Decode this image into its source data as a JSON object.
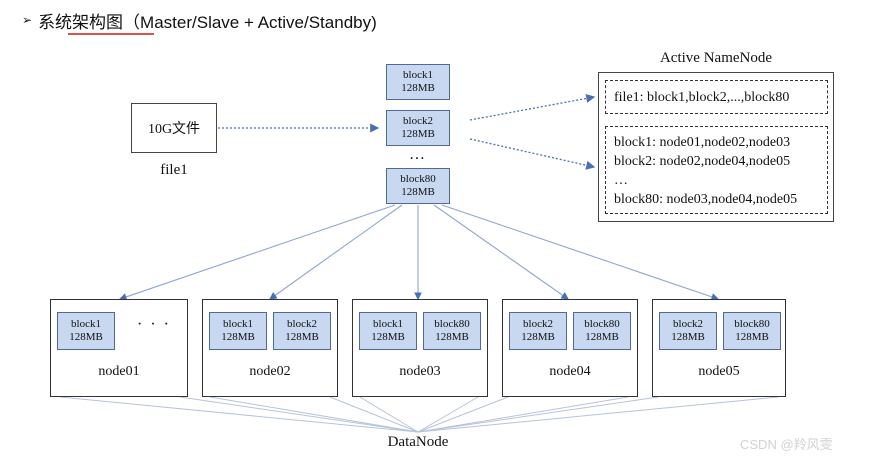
{
  "header": {
    "title": "系统架构图（Master/Slave + Active/Standby)",
    "arrow_glyph": "➢"
  },
  "watermark_top": "",
  "watermark_bottom": "CSDN @羚风雯",
  "file": {
    "box_label": "10G文件",
    "name": "file1"
  },
  "blocks_column": [
    {
      "name": "block1",
      "size": "128MB"
    },
    {
      "name": "block2",
      "size": "128MB"
    },
    {
      "name": "block80",
      "size": "128MB"
    }
  ],
  "blocks_ellipsis": "…",
  "namenode": {
    "title": "Active NameNode",
    "file_map": "file1: block1,block2,...,block80",
    "block_map": [
      "block1: node01,node02,node03",
      "block2: node02,node04,node05",
      "…",
      "block80: node03,node04,node05"
    ]
  },
  "nodes": [
    {
      "name": "node01",
      "blocks": [
        {
          "name": "block1",
          "size": "128MB"
        }
      ],
      "extra": "· · ·"
    },
    {
      "name": "node02",
      "blocks": [
        {
          "name": "block1",
          "size": "128MB"
        },
        {
          "name": "block2",
          "size": "128MB"
        }
      ]
    },
    {
      "name": "node03",
      "blocks": [
        {
          "name": "block1",
          "size": "128MB"
        },
        {
          "name": "block80",
          "size": "128MB"
        }
      ]
    },
    {
      "name": "node04",
      "blocks": [
        {
          "name": "block2",
          "size": "128MB"
        },
        {
          "name": "block80",
          "size": "128MB"
        }
      ]
    },
    {
      "name": "node05",
      "blocks": [
        {
          "name": "block2",
          "size": "128MB"
        },
        {
          "name": "block80",
          "size": "128MB"
        }
      ]
    }
  ],
  "datanode_label": "DataNode",
  "colors": {
    "block_fill": "#c7d8f0",
    "block_border": "#506a95",
    "arrow": "#4a6fb5",
    "title_underline": "#d9534f"
  }
}
